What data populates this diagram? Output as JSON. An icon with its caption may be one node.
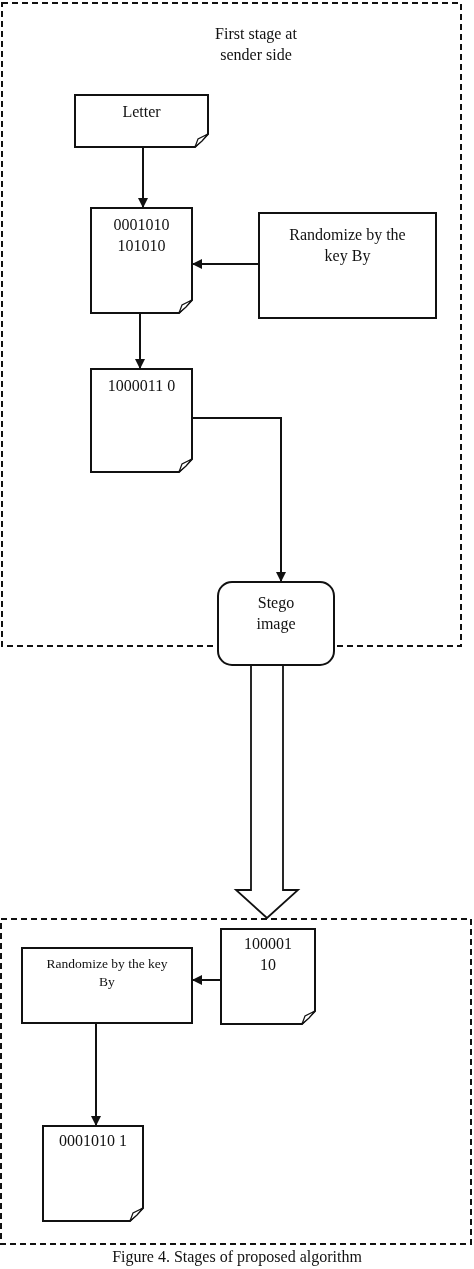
{
  "diagram": {
    "title": "Figure 4. Stages of proposed algorithm",
    "nodes": [
      {
        "text": [
          "First stage at sender side"
        ]
      },
      {
        "text": [
          "Letter"
        ],
        "in": 0
      },
      {
        "text": [
          "0001010 101010"
        ],
        "in": 0
      },
      {
        "text": [
          "Randomize by the key By"
        ],
        "in": 0
      },
      {
        "text": [
          "1000011 0"
        ],
        "in": 0
      },
      {
        "text": [
          "Stego image"
        ]
      },
      {
        "text": [],
        "shape": "box"
      },
      {
        "text": [
          "Randomize by the key By"
        ],
        "in": 6
      },
      {
        "text": [
          "100001 10"
        ],
        "in": 6
      },
      {
        "text": [
          "0001010 1"
        ],
        "in": 6
      }
    ],
    "edges": [
      {
        "from": 1,
        "to": 2,
        "arrow": "to"
      },
      {
        "from": 3,
        "to": 2,
        "arrow": "to"
      },
      {
        "from": 2,
        "to": 4,
        "arrow": "to"
      },
      {
        "from": 4,
        "to": 5,
        "arrow": "to"
      },
      {
        "from": 5,
        "to": 6,
        "arrow": "to",
        "style": "thick"
      },
      {
        "from": 8,
        "to": 7,
        "arrow": "to"
      },
      {
        "from": 7,
        "to": 9,
        "arrow": "to"
      }
    ]
  }
}
